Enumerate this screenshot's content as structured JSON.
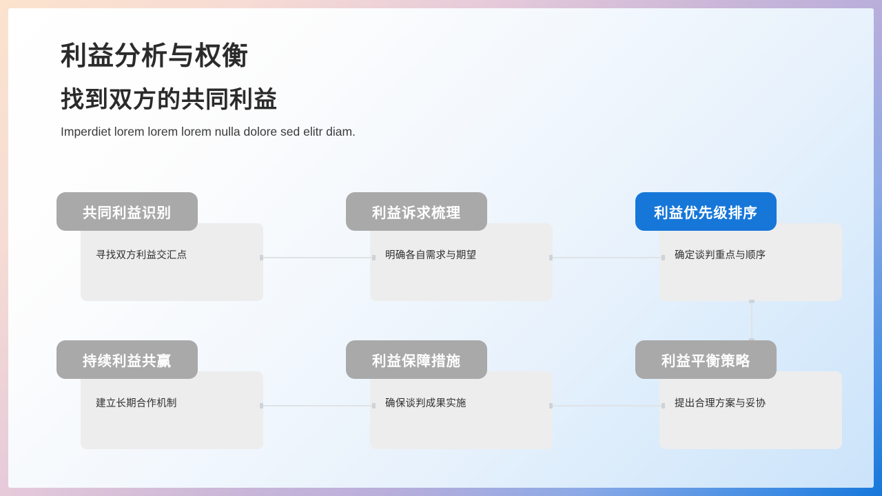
{
  "slide": {
    "title_main": "利益分析与权衡",
    "title_sub": "找到双方的共同利益",
    "lede": "Imperdiet lorem lorem lorem nulla dolore sed elitr diam.",
    "accent_color": "#1677d9",
    "badge_color": "#a9a9a9",
    "card_color": "#ededed",
    "connector_color": "#dfe3e6"
  },
  "diagram": {
    "type": "process-grid",
    "rows": 2,
    "columns": 3,
    "nodes": [
      {
        "badge": "共同利益识别",
        "desc": "寻找双方利益交汇点",
        "active": false
      },
      {
        "badge": "利益诉求梳理",
        "desc": "明确各自需求与期望",
        "active": false
      },
      {
        "badge": "利益优先级排序",
        "desc": "确定谈判重点与顺序",
        "active": true
      },
      {
        "badge": "持续利益共赢",
        "desc": "建立长期合作机制",
        "active": false
      },
      {
        "badge": "利益保障措施",
        "desc": "确保谈判成果实施",
        "active": false
      },
      {
        "badge": "利益平衡策略",
        "desc": "提出合理方案与妥协",
        "active": false
      }
    ],
    "connectors": [
      {
        "from": "共同利益识别",
        "to": "利益诉求梳理",
        "orientation": "horizontal"
      },
      {
        "from": "利益诉求梳理",
        "to": "利益优先级排序",
        "orientation": "horizontal"
      },
      {
        "from": "利益优先级排序",
        "to": "利益平衡策略",
        "orientation": "vertical"
      },
      {
        "from": "利益平衡策略",
        "to": "利益保障措施",
        "orientation": "horizontal"
      },
      {
        "from": "利益保障措施",
        "to": "持续利益共赢",
        "orientation": "horizontal"
      }
    ]
  }
}
